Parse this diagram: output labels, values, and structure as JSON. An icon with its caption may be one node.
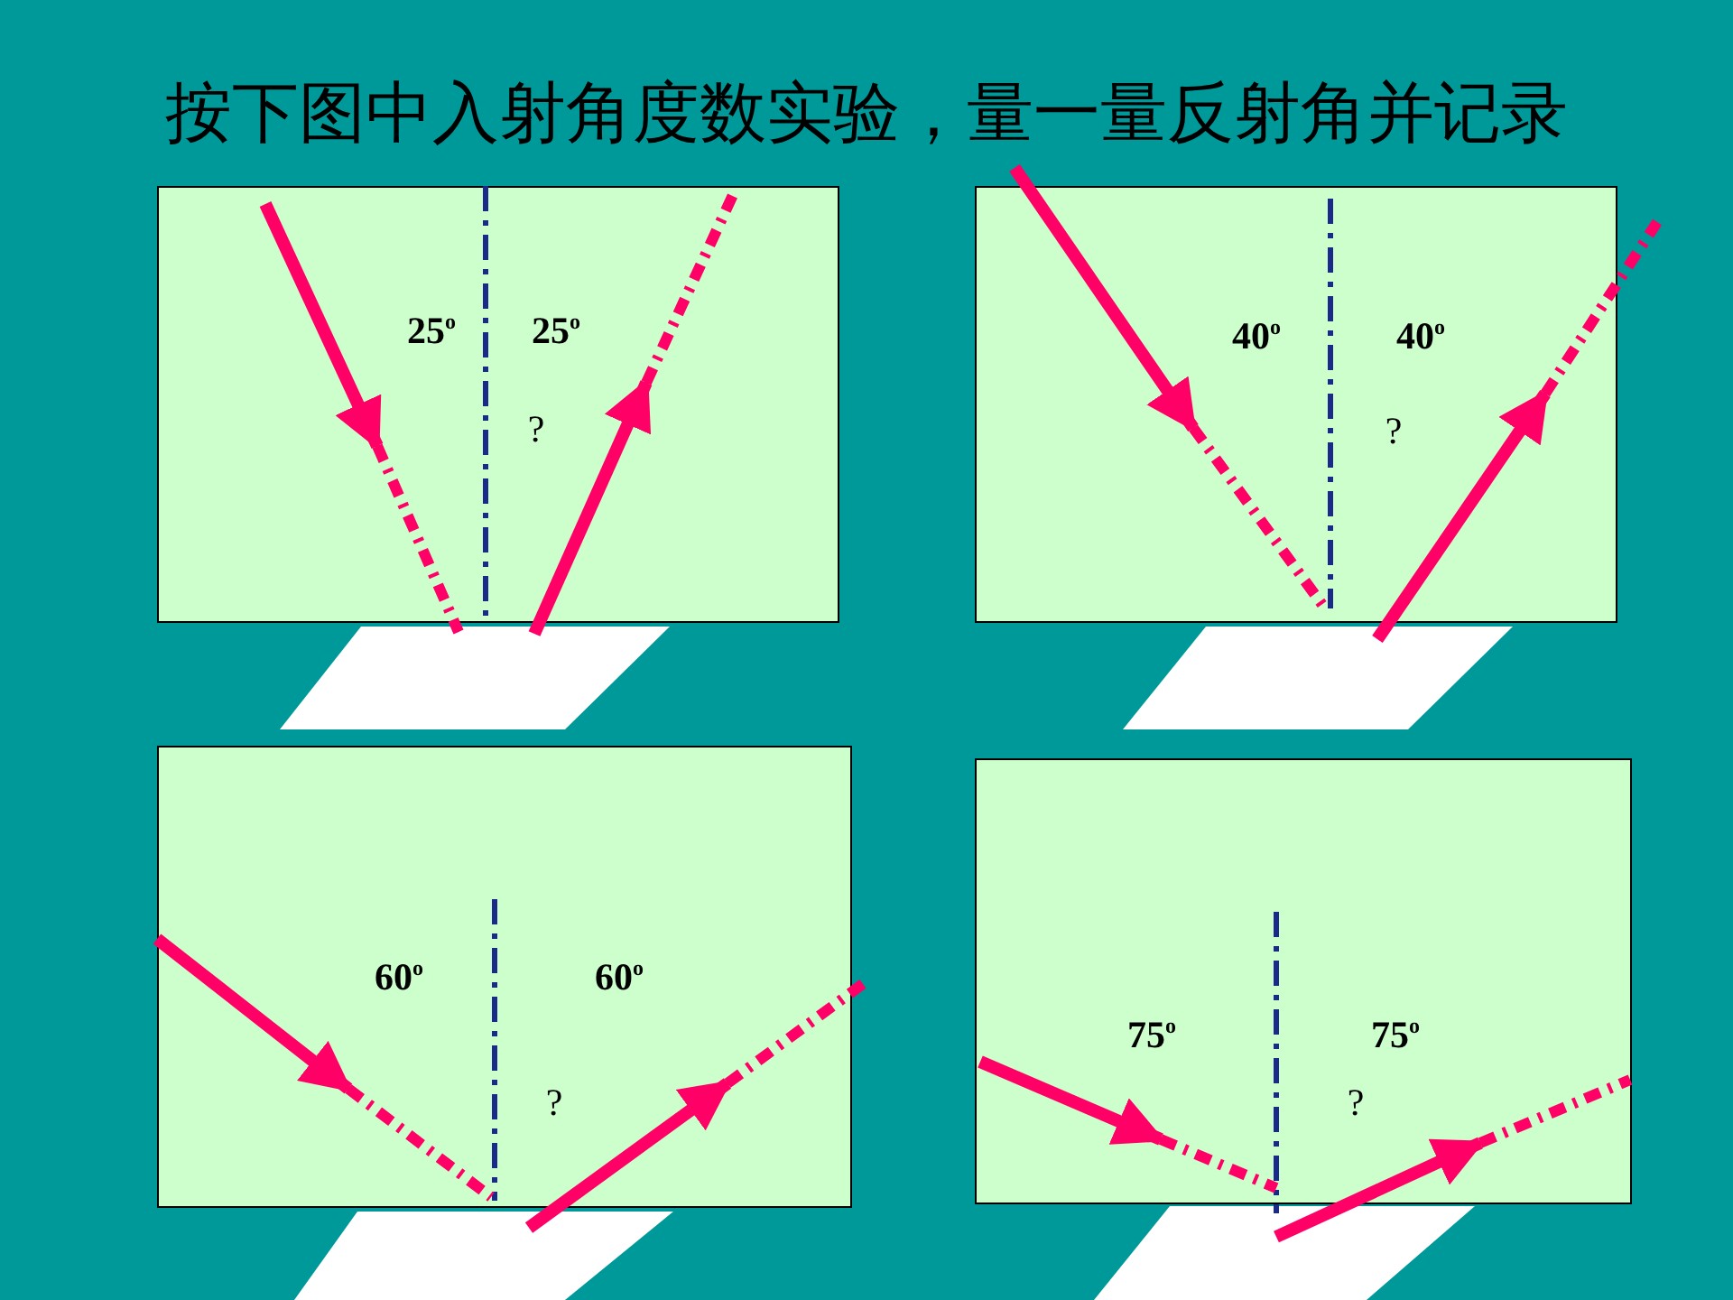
{
  "diagram": {
    "title": "按下图中入射角度数实验，量一量反射角并记录",
    "nodes": [
      {
        "text": [
          "25$^{o}$",
          "25$^{o}$",
          "?"
        ]
      },
      {
        "text": [
          "40$^{o}$",
          "40$^{o}$",
          "?"
        ]
      },
      {
        "text": [
          "60$^{o}$",
          "60$^{o}$",
          "?"
        ]
      },
      {
        "text": [
          "75$^{o}$",
          "75$^{o}$",
          "?"
        ]
      }
    ]
  }
}
